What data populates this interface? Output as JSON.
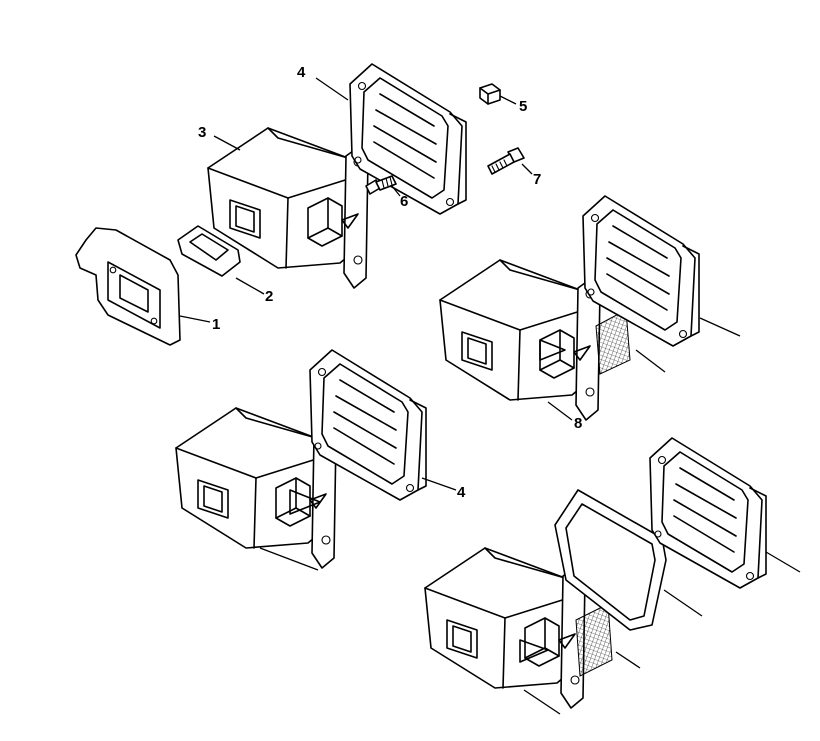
{
  "callouts": {
    "c1": "1",
    "c2": "2",
    "c3": "3",
    "c4a": "4",
    "c4b": "4",
    "c5": "5",
    "c6": "6",
    "c7": "7",
    "c8": "8"
  }
}
